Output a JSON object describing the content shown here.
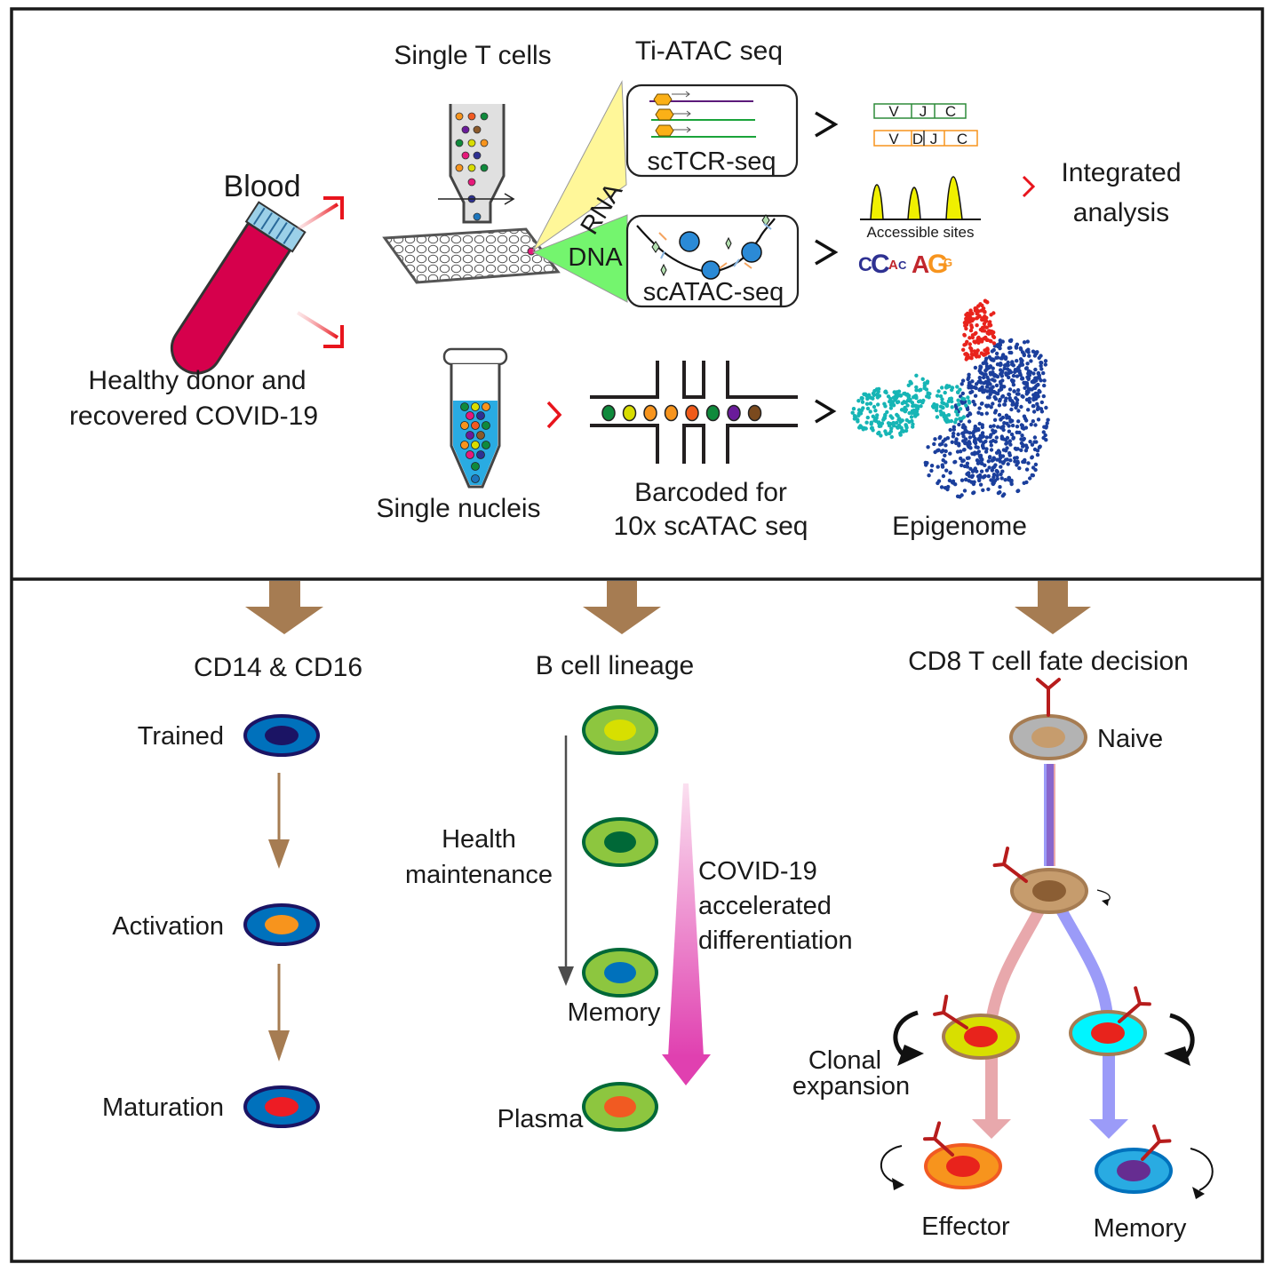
{
  "top": {
    "blood_label": "Blood",
    "donor_label_line1": "Healthy donor and",
    "donor_label_line2": "recovered COVID-19",
    "single_t_cells": "Single T cells",
    "ti_atac_seq": "Ti-ATAC seq",
    "rna_label": "RNA",
    "dna_label": "DNA",
    "sctcr_label": "scTCR-seq",
    "scatac_label": "scATAC-seq",
    "vjc": [
      "V",
      "J",
      "C"
    ],
    "vdjc": [
      "V",
      "D",
      "J",
      "C"
    ],
    "accessible_sites": "Accessible sites",
    "integrated_line1": "Integrated",
    "integrated_line2": "analysis",
    "single_nucleis": "Single nucleis",
    "barcoded_line1": "Barcoded for",
    "barcoded_line2": "10x scATAC seq",
    "epigenome": "Epigenome",
    "barcode_bead_colors": [
      "#0f8a3c",
      "#d8dc00",
      "#f7941d",
      "#f7941d",
      "#f05a1a",
      "#0f8a3c",
      "#6a1b9a",
      "#7b4a1e"
    ],
    "umap_colors": {
      "cluster_a": "#1b3f9c",
      "cluster_b": "#16b5b5",
      "cluster_c": "#e8231c"
    }
  },
  "monocyte": {
    "title": "CD14 & CD16",
    "stages": [
      {
        "label": "Trained",
        "nucleus_color": "#1b1464"
      },
      {
        "label": "Activation",
        "nucleus_color": "#f7941d"
      },
      {
        "label": "Maturation",
        "nucleus_color": "#ed1c24"
      }
    ]
  },
  "bcell": {
    "title": "B cell lineage",
    "health_line1": "Health",
    "health_line2": "maintenance",
    "covid_line1": "COVID-19",
    "covid_line2": "accelerated",
    "covid_line3": "differentiation",
    "memory_label": "Memory",
    "plasma_label": "Plasma",
    "nucleus_colors": [
      "#d7df01",
      "#006837",
      "#0071bc",
      "#f15a22"
    ]
  },
  "cd8": {
    "title": "CD8 T cell fate decision",
    "naive_label": "Naive",
    "clonal_line1": "Clonal",
    "clonal_line2": "expansion",
    "effector_label": "Effector",
    "memory_label": "Memory"
  },
  "colors": {
    "arrow_brown": "#a67c52",
    "frame": "#1a1a1a",
    "red_arrow": "#e8141c"
  }
}
